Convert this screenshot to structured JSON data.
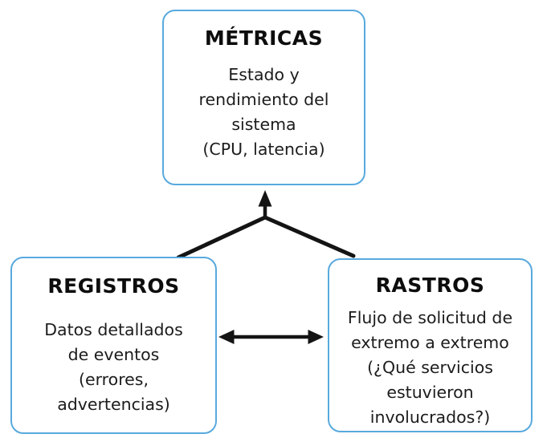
{
  "diagram": {
    "type": "concept-diagram",
    "nodes": {
      "metricas": {
        "title": "MÉTRICAS",
        "lines": [
          "Estado y",
          "rendimiento del",
          "sistema",
          "(CPU, latencia)"
        ],
        "description": "Estado y rendimiento del sistema (CPU, latencia)"
      },
      "registros": {
        "title": "REGISTROS",
        "lines": [
          "Datos detallados",
          "de eventos",
          "(errores,",
          "advertencias)"
        ],
        "description": "Datos detallados de eventos (errores, advertencias)"
      },
      "rastros": {
        "title": "RASTROS",
        "lines": [
          "Flujo de solicitud de",
          "extremo a extremo",
          "(¿Qué servicios",
          "estuvieron",
          "involucrados?)"
        ],
        "description": "Flujo de solicitud de extremo a extremo (¿Qué servicios estuvieron involucrados?)"
      }
    },
    "edges": [
      {
        "from": "registros",
        "to": "metricas",
        "style": "arrow-up"
      },
      {
        "from": "rastros",
        "to": "metricas",
        "style": "arrow-up"
      },
      {
        "from": "registros",
        "to": "rastros",
        "style": "double-arrow"
      }
    ]
  },
  "colors": {
    "box-border": "#58a9de",
    "arrow": "#141414",
    "title": "#0d0d0d",
    "text": "#1c1c1c",
    "background": "#ffffff"
  }
}
